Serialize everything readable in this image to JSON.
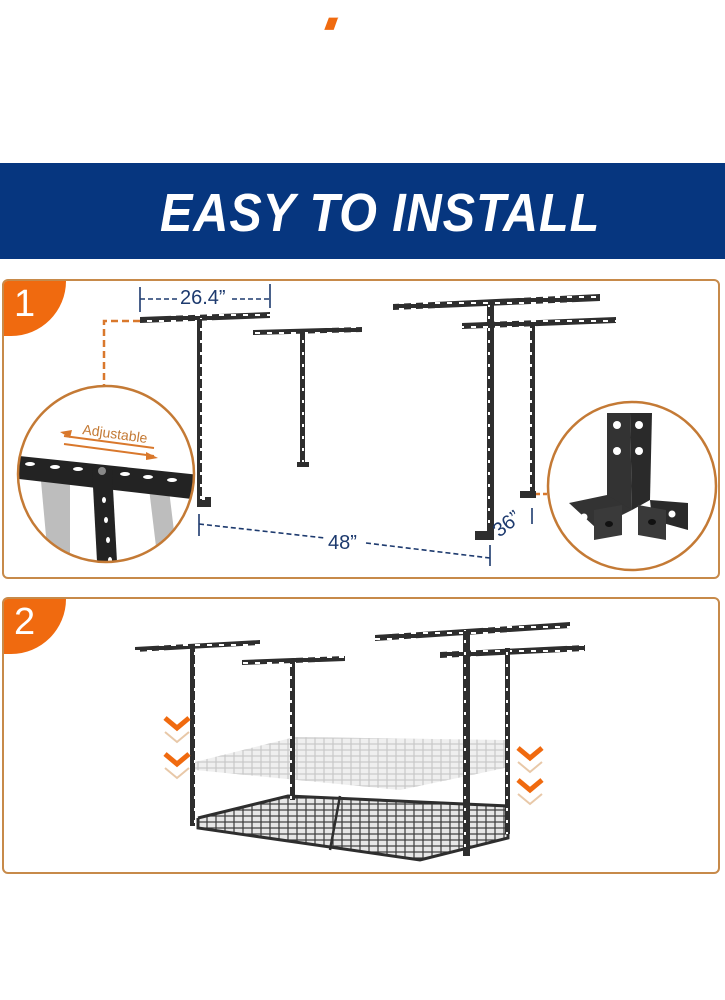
{
  "banner": {
    "title": "EASY TO INSTALL",
    "background_color": "#06367f",
    "accent_color": "#f06a0f",
    "text_color": "#ffffff"
  },
  "steps": [
    {
      "number": "1",
      "dimensions": {
        "crossbar_width": "26.4”",
        "length": "48”",
        "depth": "36”"
      },
      "callouts": {
        "left_detail_label": "Adjustable",
        "left_detail_icon": "adjustable-crossbar-zoom",
        "right_detail_icon": "corner-bracket-zoom"
      }
    },
    {
      "number": "2",
      "description_icons": [
        "down-arrows-icon",
        "overhead-rack-lowered-icon"
      ]
    }
  ],
  "colors": {
    "panel_border": "#c78a4a",
    "step_badge": "#f06a0f",
    "dimension_text": "#1d3a6e",
    "metal": "#2e2e2e"
  }
}
